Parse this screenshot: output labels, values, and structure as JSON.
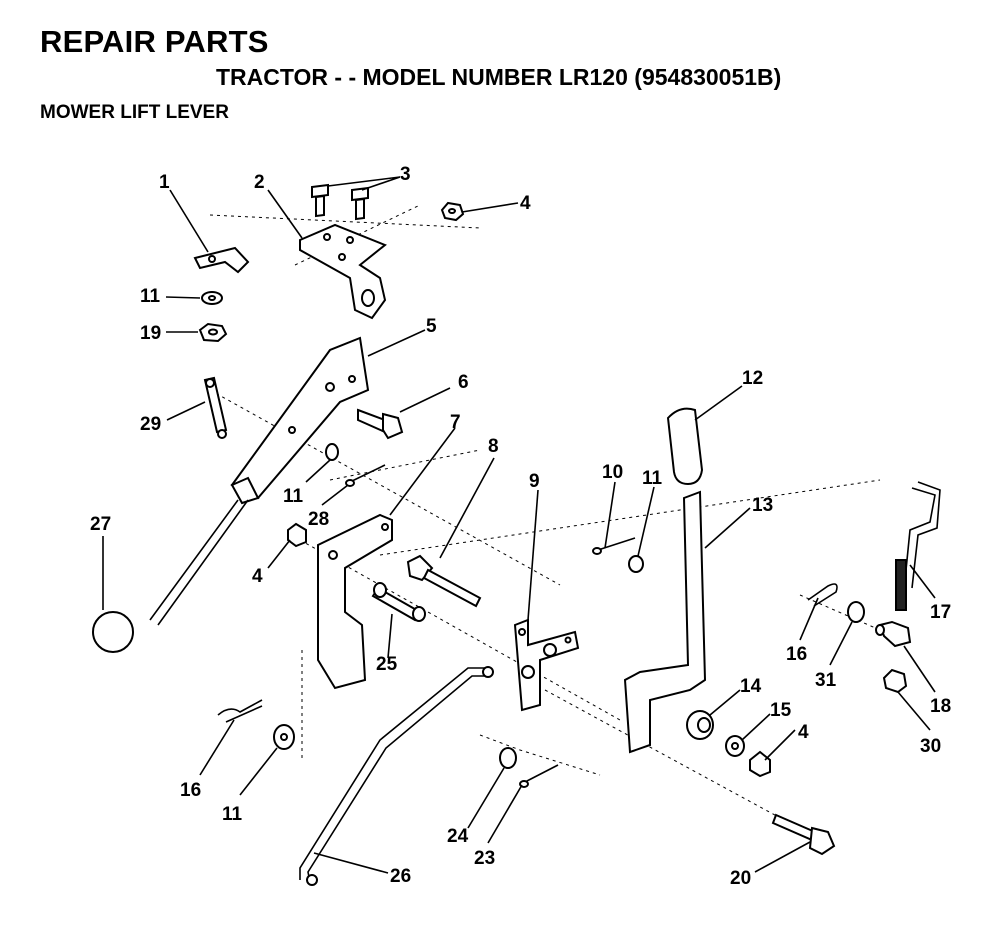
{
  "header": {
    "title": "REPAIR PARTS",
    "subtitle": "TRACTOR - - MODEL NUMBER LR120 (954830051B)",
    "section": "MOWER LIFT LEVER"
  },
  "callouts": [
    "1",
    "2",
    "3",
    "4",
    "11",
    "19",
    "5",
    "29",
    "6",
    "27",
    "11",
    "28",
    "7",
    "4",
    "8",
    "9",
    "10",
    "11",
    "12",
    "13",
    "25",
    "16",
    "11",
    "26",
    "24",
    "23",
    "14",
    "15",
    "4",
    "20",
    "16",
    "31",
    "17",
    "18",
    "30"
  ]
}
